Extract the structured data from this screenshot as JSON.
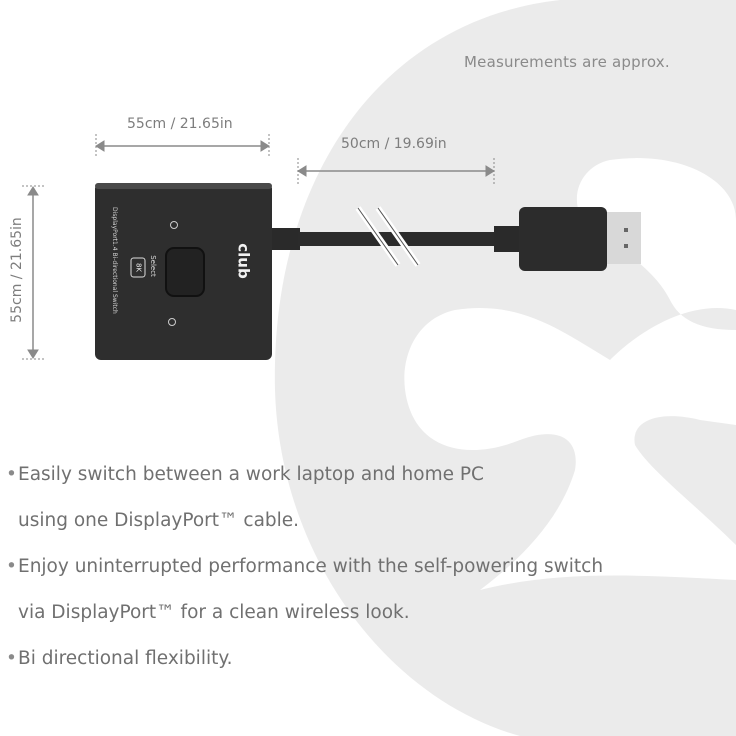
{
  "note": "Measurements are approx.",
  "dimensions": {
    "box_width": "55cm / 21.65in",
    "cable_length": "50cm / 19.69in",
    "box_height": "55cm / 21.65in"
  },
  "device": {
    "brand": "club3D",
    "label": "DisplayPort1.4 Bi-directional Switch",
    "badge": "8K",
    "button_label": "Select",
    "port_1": "①",
    "port_2": "②"
  },
  "bullets": [
    {
      "line1": "Easily switch between a work laptop and home PC",
      "line2": "using one DisplayPort™ cable."
    },
    {
      "line1": "Enjoy uninterrupted performance with the self-powering switch",
      "line2": "via DisplayPort™ for a clean wireless look."
    },
    {
      "line1": "Bi directional flexibility.",
      "line2": ""
    }
  ],
  "colors": {
    "background": "#ffffff",
    "logo_watermark": "#ebebeb",
    "device": "#2b2b2b",
    "text": "#707070"
  }
}
